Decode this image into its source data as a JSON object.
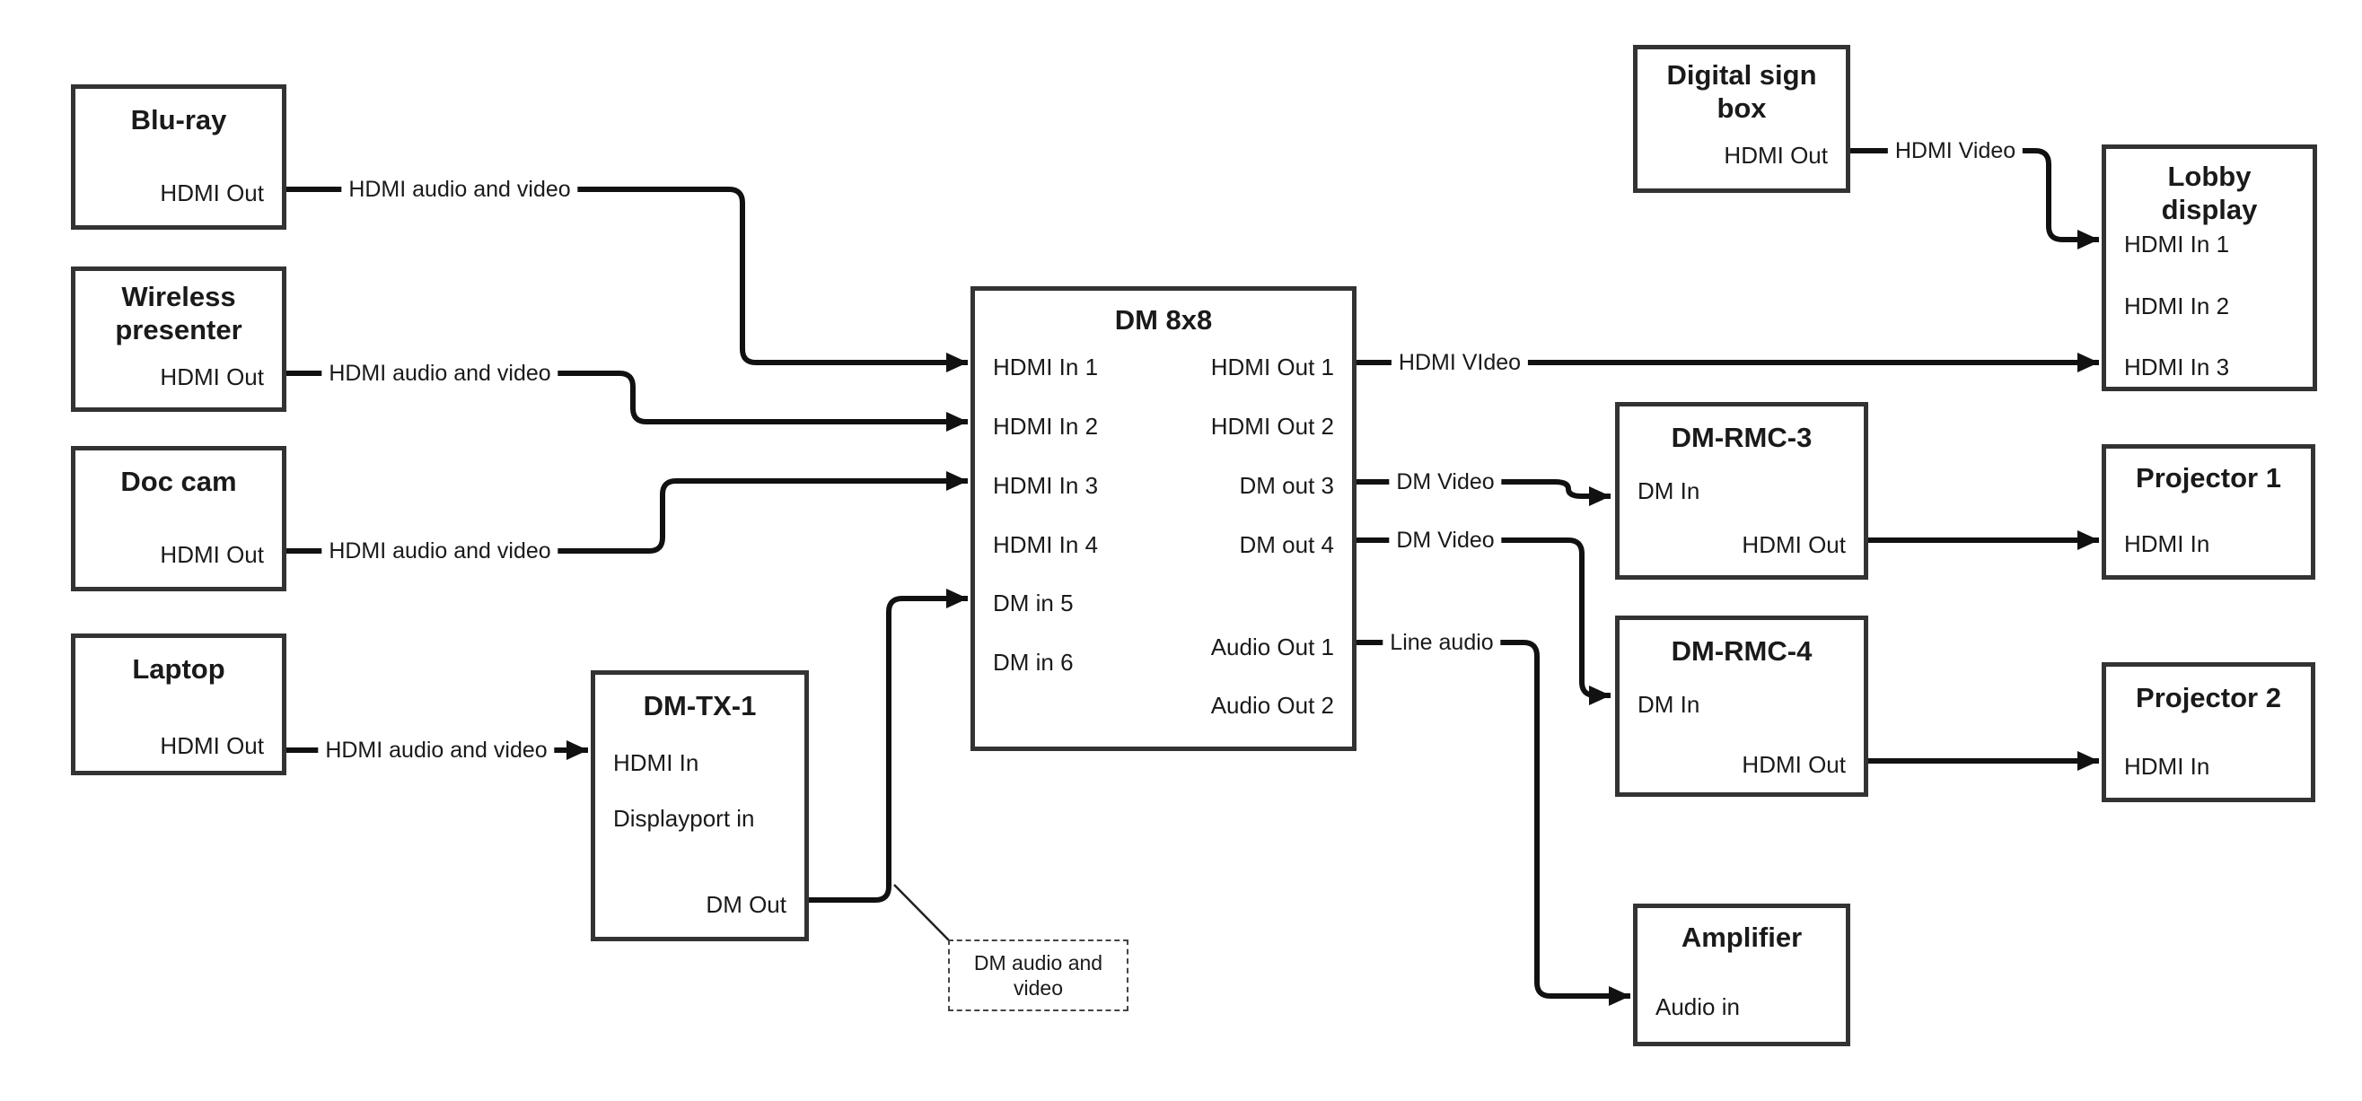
{
  "boxes": {
    "bluray": {
      "title": "Blu-ray",
      "port_out": "HDMI Out"
    },
    "wireless": {
      "title": "Wireless\npresenter",
      "port_out": "HDMI Out"
    },
    "doccam": {
      "title": "Doc cam",
      "port_out": "HDMI Out"
    },
    "laptop": {
      "title": "Laptop",
      "port_out": "HDMI Out"
    },
    "dmtx1": {
      "title": "DM-TX-1",
      "port_hdmi_in": "HDMI In",
      "port_dp_in": "Displayport in",
      "port_dm_out": "DM Out"
    },
    "dm8x8": {
      "title": "DM 8x8",
      "in1": "HDMI In 1",
      "in2": "HDMI In 2",
      "in3": "HDMI In 3",
      "in4": "HDMI In 4",
      "in5": "DM in 5",
      "in6": "DM in 6",
      "out1": "HDMI Out 1",
      "out2": "HDMI Out 2",
      "out3": "DM out 3",
      "out4": "DM out 4",
      "aout1": "Audio Out 1",
      "aout2": "Audio Out 2"
    },
    "digitalsign": {
      "title": "Digital sign\nbox",
      "port_out": "HDMI Out"
    },
    "lobby": {
      "title": "Lobby\ndisplay",
      "in1": "HDMI In 1",
      "in2": "HDMI In 2",
      "in3": "HDMI In 3"
    },
    "dmrmc3": {
      "title": "DM-RMC-3",
      "port_in": "DM In",
      "port_out": "HDMI Out"
    },
    "proj1": {
      "title": "Projector 1",
      "port_in": "HDMI In"
    },
    "dmrmc4": {
      "title": "DM-RMC-4",
      "port_in": "DM In",
      "port_out": "HDMI Out"
    },
    "proj2": {
      "title": "Projector 2",
      "port_in": "HDMI In"
    },
    "amplifier": {
      "title": "Amplifier",
      "port_in": "Audio in"
    }
  },
  "wire_labels": {
    "bluray": "HDMI audio and video",
    "wireless": "HDMI audio and video",
    "doccam": "HDMI audio and video",
    "laptop": "HDMI audio and video",
    "out1": "HDMI VIdeo",
    "out3": "DM Video",
    "out4": "DM Video",
    "audio1": "Line audio",
    "sign": "HDMI Video",
    "note": "DM audio and\nvideo"
  },
  "colors": {
    "wire": "#111111",
    "box_border": "#333333",
    "text": "#1a1a1a",
    "background": "#ffffff"
  }
}
